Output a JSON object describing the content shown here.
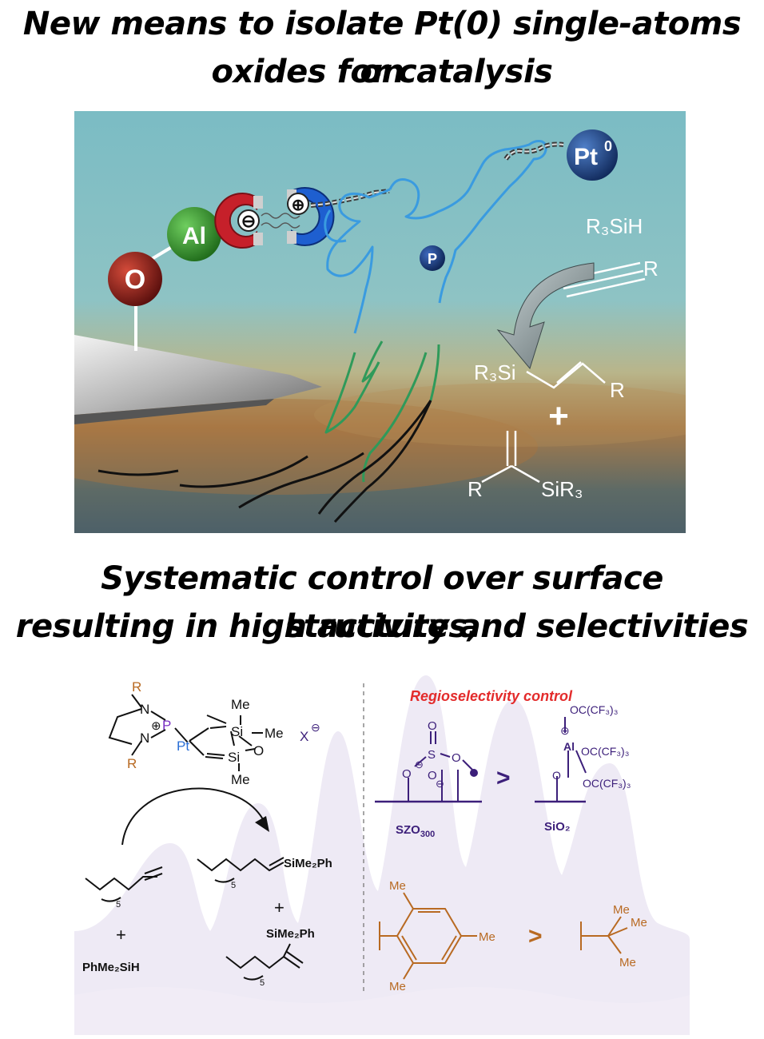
{
  "title": {
    "line1": "New means to isolate Pt(0) single-atoms on",
    "line2": "oxides for catalysis"
  },
  "subtitle": {
    "line1": "Systematic control over surface structures,",
    "line2": "resulting in high activity and selectivities"
  },
  "illustration": {
    "o_atom": "O",
    "al_atom": "Al",
    "minus": "⊖",
    "plus": "⊕",
    "p_atom": "P",
    "pt_atom": "Pt",
    "pt_sup": "0",
    "silane": "R₃SiH",
    "alkyne_r": "R",
    "product1_left": "R₃Si",
    "product1_right": "R",
    "plus_sign": "+",
    "product2_left": "R",
    "product2_right": "SiR₃"
  },
  "scheme": {
    "complex": {
      "r_top": "R",
      "n_top": "N",
      "p_plus": "⊕",
      "p": "P",
      "pt": "Pt",
      "n_bottom": "N",
      "r_bottom": "R",
      "me_top": "Me",
      "si_top": "Si",
      "me_right": "Me",
      "si_bottom": "Si",
      "o": "O",
      "me_bottom": "Me",
      "anion": "X",
      "anion_charge": "⊖"
    },
    "reaction": {
      "sub5": "5",
      "plus": "+",
      "silane": "PhMe₂SiH",
      "product_linear": "SiMe₂Ph",
      "product_branched": "SiMe₂Ph"
    },
    "regio": {
      "heading": "Regioselectivity control",
      "sulfate": {
        "o": "O",
        "s": "S",
        "minus": "⊖"
      },
      "gt": ">",
      "alumina": {
        "minus": "⊖",
        "al": "Al",
        "oc": "OC(CF₃)₃",
        "o": "O"
      },
      "szo_label": "SZO",
      "szo_sub": "300",
      "sio2_label": "SiO₂",
      "me": "Me"
    },
    "colors": {
      "heading_red": "#e32b2b",
      "purple": "#3c1f7a",
      "orange": "#b86a22",
      "blue_pt": "#2b6fd6",
      "violet_p": "#7a2fc4"
    }
  }
}
